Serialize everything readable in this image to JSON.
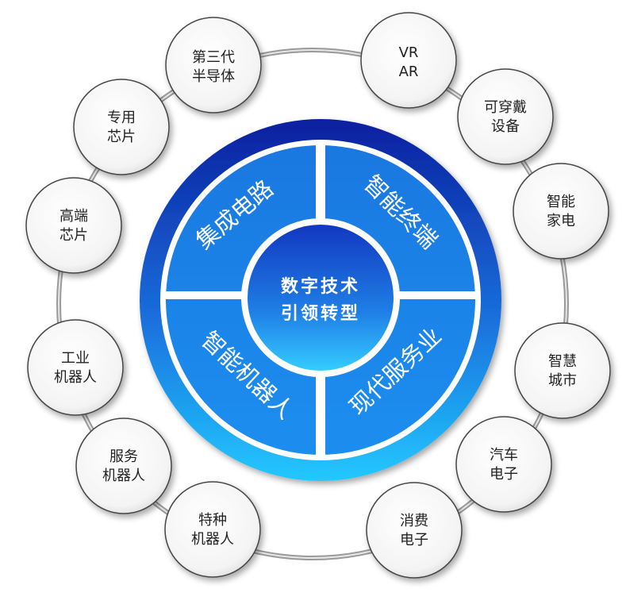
{
  "center": {
    "line1": "数字技术",
    "line2": "引领转型"
  },
  "quadrants": [
    {
      "id": "tl",
      "label": "集成电路"
    },
    {
      "id": "tr",
      "label": "智能终端"
    },
    {
      "id": "bl",
      "label": "智能机器人"
    },
    {
      "id": "br",
      "label": "现代服务业"
    }
  ],
  "nodes": [
    {
      "lines": [
        "第三代",
        "半导体"
      ]
    },
    {
      "lines": [
        "VR",
        "AR"
      ]
    },
    {
      "lines": [
        "专用",
        "芯片"
      ]
    },
    {
      "lines": [
        "可穿戴",
        "设备"
      ]
    },
    {
      "lines": [
        "高端",
        "芯片"
      ]
    },
    {
      "lines": [
        "智能",
        "家电"
      ]
    },
    {
      "lines": [
        "工业",
        "机器人"
      ]
    },
    {
      "lines": [
        "智慧",
        "城市"
      ]
    },
    {
      "lines": [
        "服务",
        "机器人"
      ]
    },
    {
      "lines": [
        "汽车",
        "电子"
      ]
    },
    {
      "lines": [
        "特种",
        "机器人"
      ]
    },
    {
      "lines": [
        "消费",
        "电子"
      ]
    }
  ],
  "colors": {
    "ring_top": "#0a1fa0",
    "ring_bottom": "#22c4ff",
    "quad_fill": "#1c86e6",
    "center_top": "#1540c8",
    "center_bottom": "#2ec3ff",
    "node_stroke": "#444444",
    "orbit_stroke": "#9a9a9a"
  }
}
